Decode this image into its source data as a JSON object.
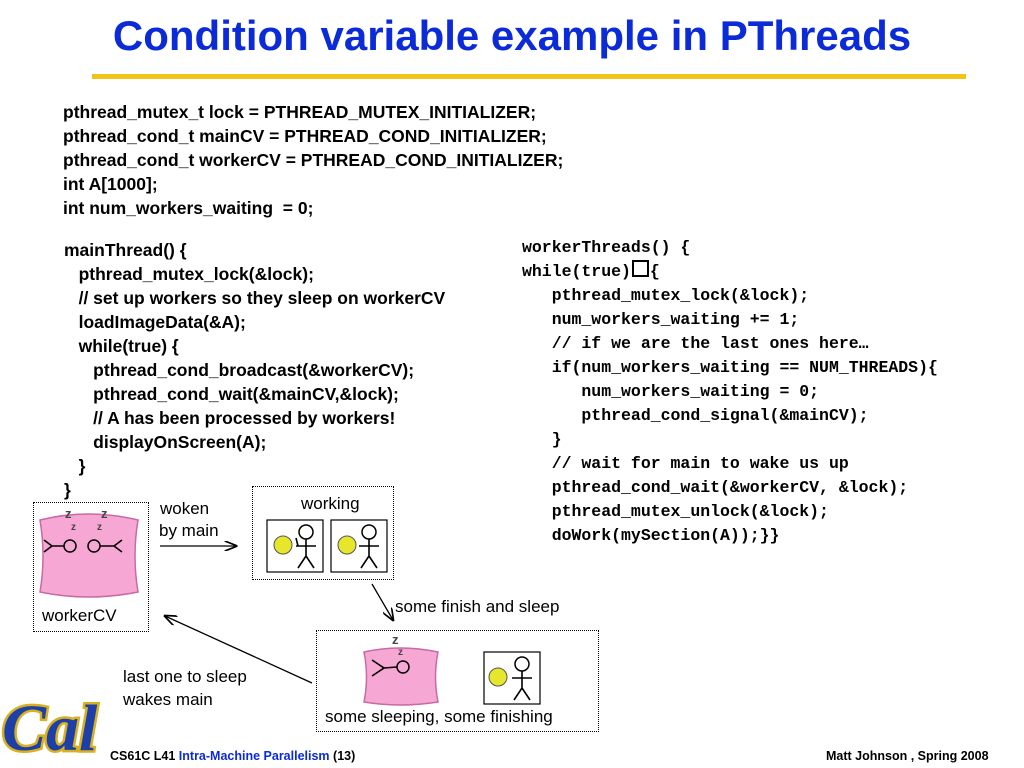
{
  "title": "Condition variable example in PThreads",
  "declarations": [
    "pthread_mutex_t lock = PTHREAD_MUTEX_INITIALIZER;",
    "pthread_cond_t mainCV = PTHREAD_COND_INITIALIZER;",
    "pthread_cond_t workerCV = PTHREAD_COND_INITIALIZER;",
    "int A[1000];",
    "int num_workers_waiting  = 0;"
  ],
  "main_code": [
    "mainThread() {",
    "   pthread_mutex_lock(&lock);",
    "   // set up workers so they sleep on workerCV",
    "   loadImageData(&A);",
    "   while(true) {",
    "      pthread_cond_broadcast(&workerCV);",
    "      pthread_cond_wait(&mainCV,&lock);",
    "      // A has been processed by workers!",
    "      displayOnScreen(A);",
    "   }",
    "}"
  ],
  "worker_code": {
    "line1": "workerThreads() {",
    "line2_prefix": "while(true)",
    "line2_suffix": "{",
    "lines": [
      "   pthread_mutex_lock(&lock);",
      "   num_workers_waiting += 1;",
      "   // if we are the last ones here…",
      "   if(num_workers_waiting == NUM_THREADS){",
      "      num_workers_waiting = 0;",
      "      pthread_cond_signal(&mainCV);",
      "   }",
      "   // wait for main to wake us up",
      "   pthread_cond_wait(&workerCV, &lock);",
      "   pthread_mutex_unlock(&lock);",
      "   doWork(mySection(A));}}"
    ]
  },
  "diagram": {
    "workercv_label": "workerCV",
    "woken_line1": "woken",
    "woken_line2": "by main",
    "working_label": "working",
    "finish_sleep_label": "some finish and sleep",
    "last_one_line1": "last one to sleep",
    "last_one_line2": "wakes main",
    "some_sleeping_label": "some sleeping, some finishing"
  },
  "logo_text": "Cal",
  "footer": {
    "course": "CS61C L41",
    "topic": "Intra-Machine Parallelism",
    "page": "(13)",
    "author": "Matt Johnson , Spring 2008"
  },
  "colors": {
    "title": "#0b2ad8",
    "rule": "#f2c318",
    "pillow": "#f7a7d3",
    "logo": "#1d3fa8",
    "face": "#e6e62a"
  }
}
